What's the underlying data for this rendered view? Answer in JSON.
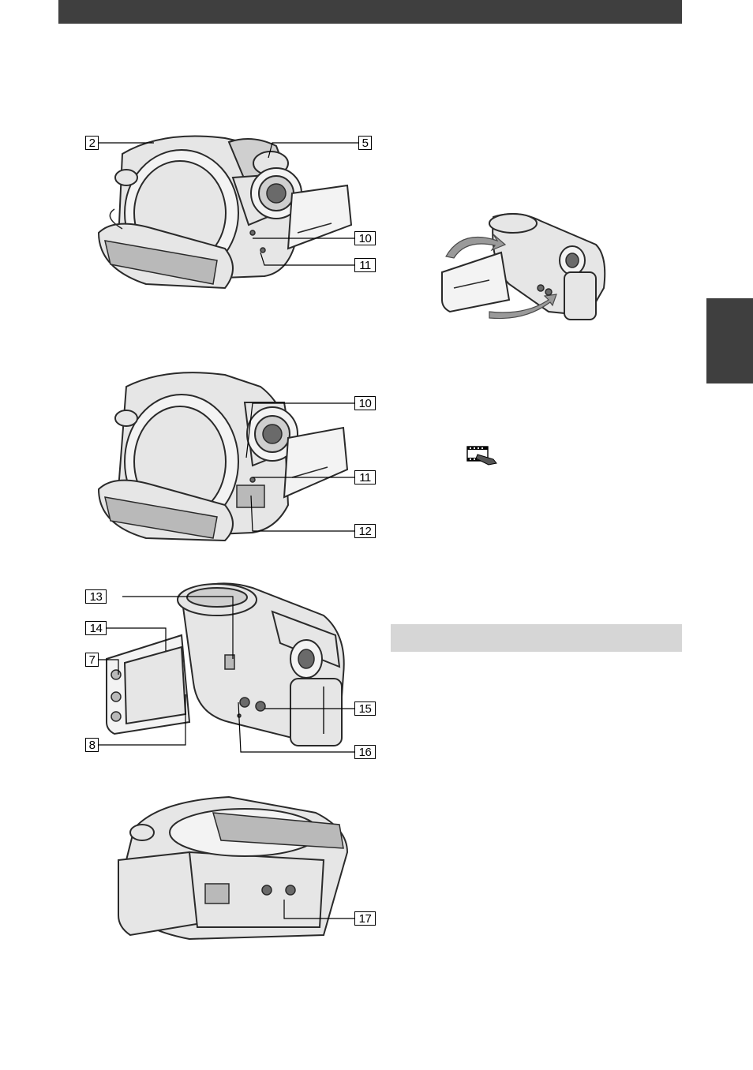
{
  "callouts": {
    "c2": "2",
    "c5": "5",
    "c10a": "10",
    "c11a": "11",
    "c10b": "10",
    "c11b": "11",
    "c12": "12",
    "c13": "13",
    "c14": "14",
    "c7": "7",
    "c8": "8",
    "c15": "15",
    "c16": "16",
    "c17": "17"
  },
  "colors": {
    "header": "#3f3f3f",
    "section_bar": "#d6d6d6"
  },
  "icons": {
    "film_icon": "film-edit-icon"
  }
}
